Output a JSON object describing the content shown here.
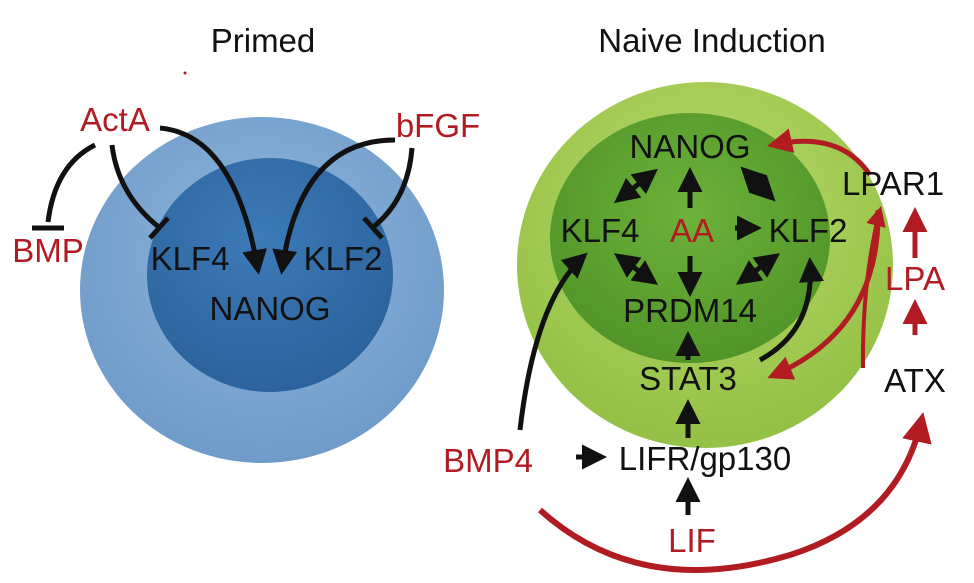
{
  "panels": {
    "primed": {
      "title": "Primed",
      "factors": {
        "acta": "ActA",
        "bfgf": "bFGF",
        "bmp": "BMP"
      },
      "genes": {
        "klf4": "KLF4",
        "klf2": "KLF2",
        "nanog": "NANOG"
      },
      "colors": {
        "outer": "#7aa3cf",
        "inner": "#2f6aa6"
      }
    },
    "naive": {
      "title": "Naive Induction",
      "genes": {
        "nanog": "NANOG",
        "klf4": "KLF4",
        "aa": "AA",
        "klf2": "KLF2",
        "prdm14": "PRDM14",
        "stat3": "STAT3",
        "lifr": "LIFR/gp130"
      },
      "factors": {
        "bmp4": "BMP4",
        "lif": "LIF",
        "lpar1": "LPAR1",
        "lpa": "LPA",
        "atx": "ATX"
      },
      "colors": {
        "outer": "#9fc64a",
        "inner": "#5e9e2c"
      }
    }
  },
  "colors": {
    "activator_red": "#b01c22",
    "text_black": "#111111"
  }
}
